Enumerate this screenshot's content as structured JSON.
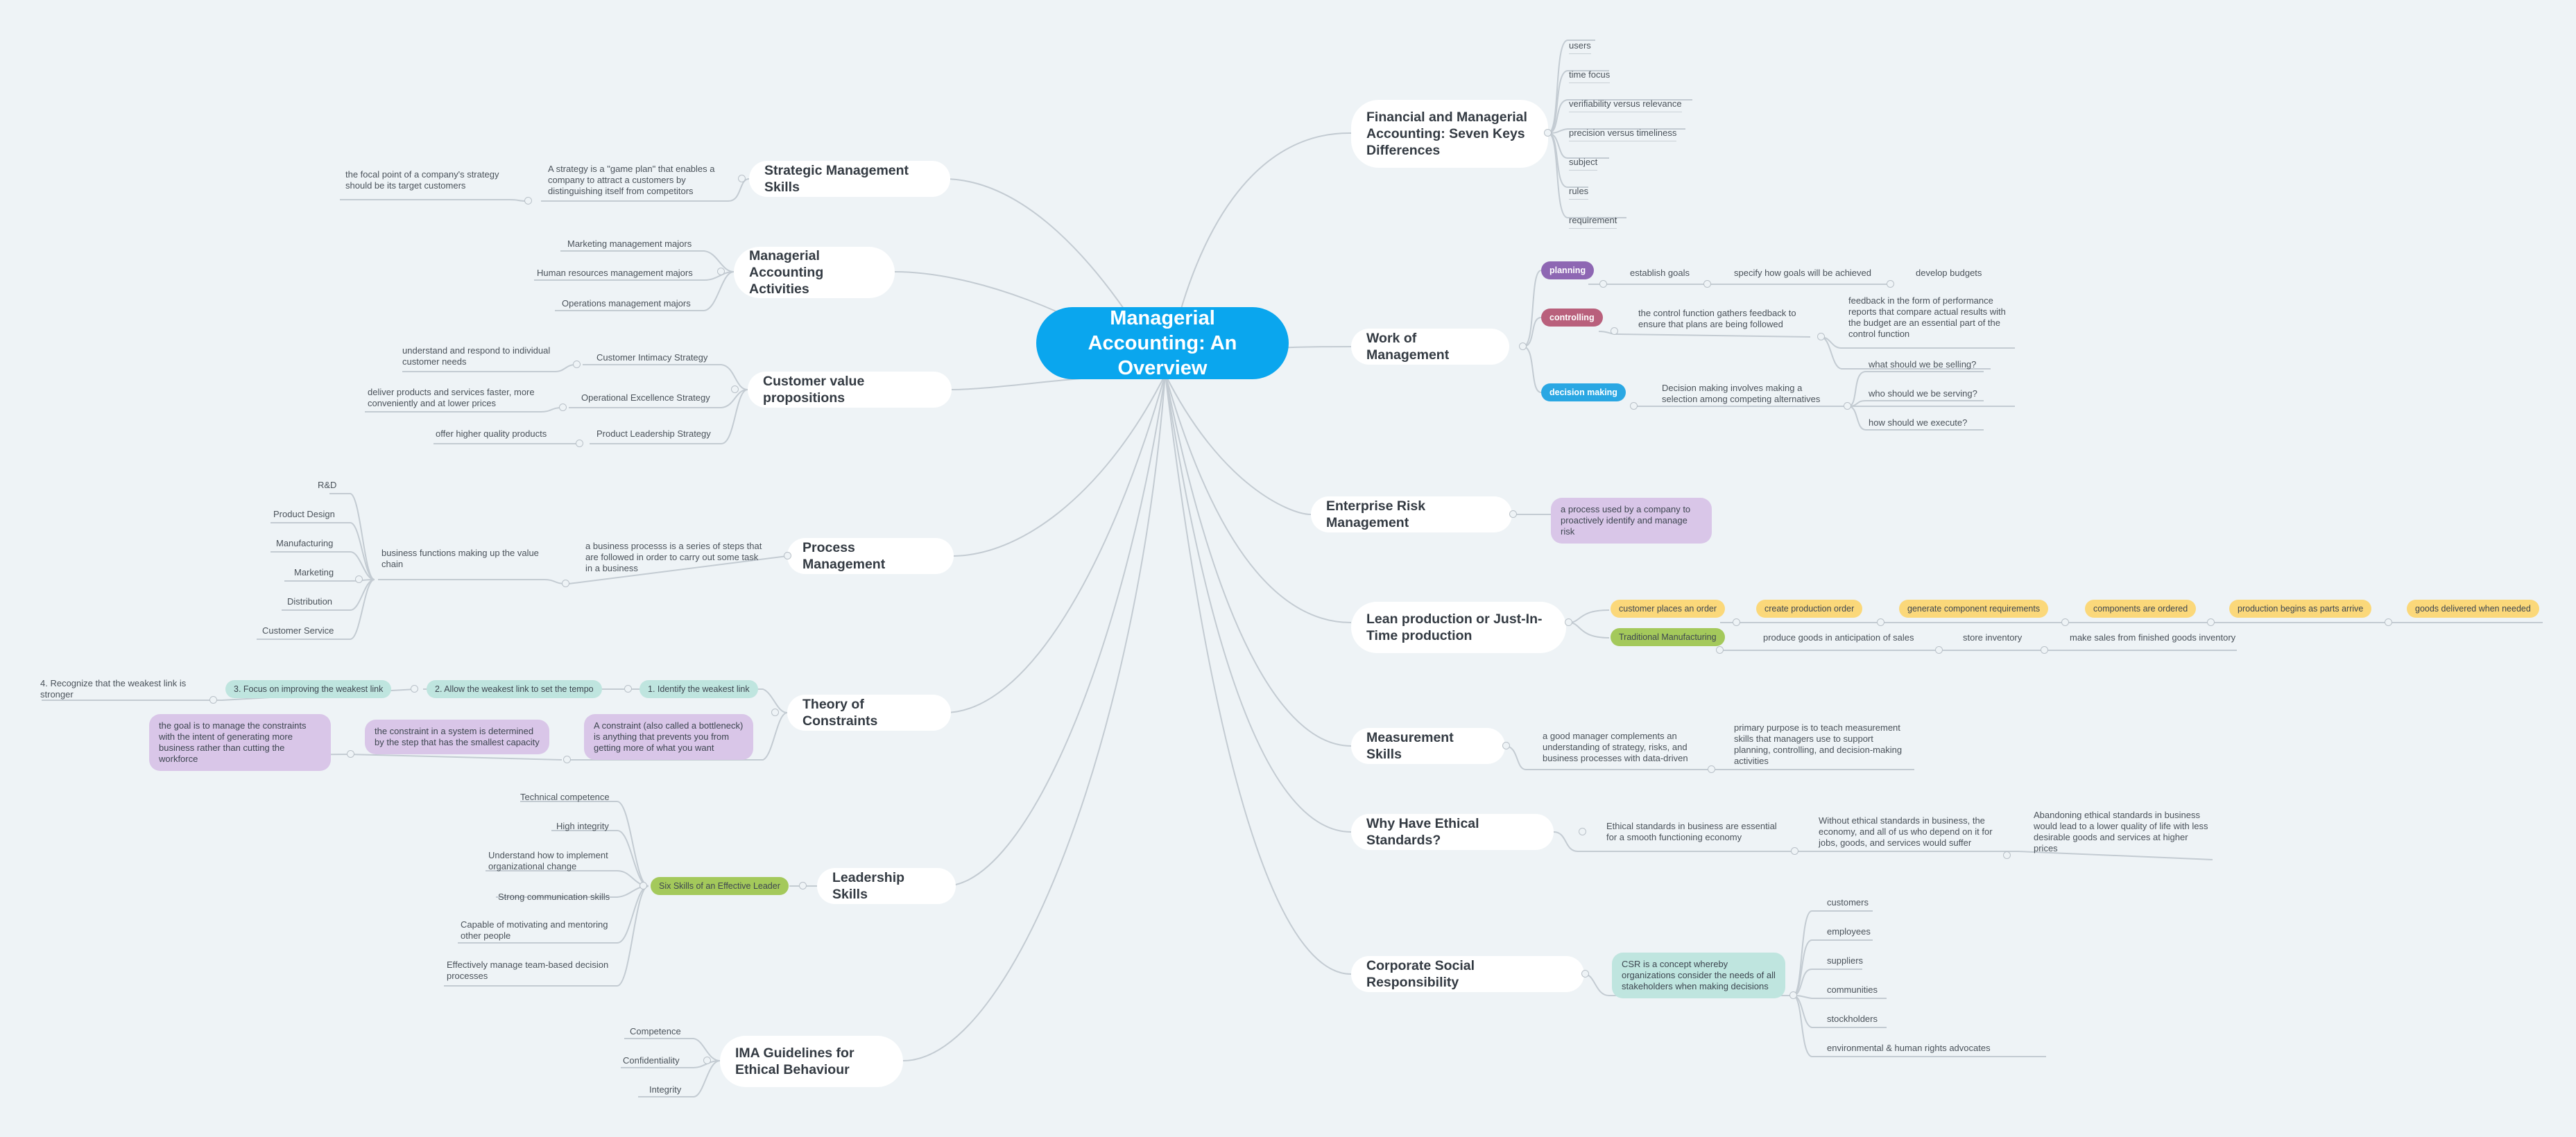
{
  "root": "Managerial Accounting: An Overview",
  "colors": {
    "root": "#0aa6ee",
    "line": "#c3cbd2",
    "planning": "#8e67b3",
    "controlling": "#b9607c",
    "decision": "#2aa7e3",
    "yellow": "#fbd87a",
    "green": "#a4c95b",
    "teal": "#bfe5df",
    "lavender": "#d9c6e8"
  },
  "right": {
    "financial": {
      "label": "Financial and Managerial Accounting: Seven Keys Differences",
      "items": [
        "users",
        "time focus",
        "verifiability versus relevance",
        "precision versus timeliness",
        "subject",
        "rules",
        "requirement"
      ]
    },
    "work": {
      "label": "Work of Management",
      "planning": {
        "tag": "planning",
        "step1": "establish goals",
        "step2": "specify how goals will be achieved",
        "step3": "develop budgets"
      },
      "controlling": {
        "tag": "controlling",
        "step1": "the control function gathers feedback to ensure that plans are being followed",
        "step2": "feedback in the form of performance reports that compare actual results with the budget are an essential part of the control function"
      },
      "decision": {
        "tag": "decision making",
        "step1": "Decision making involves making a selection among competing alternatives",
        "q1": "what should we be selling?",
        "q2": "who should we be serving?",
        "q3": "how should we execute?"
      }
    },
    "erm": {
      "label": "Enterprise Risk Management",
      "desc": "a process used by a company to proactively identify and manage risk"
    },
    "lean": {
      "label": "Lean production or Just-In-Time production",
      "jit": [
        "customer places an order",
        "create production order",
        "generate component requirements",
        "components are ordered",
        "production begins as parts arrive",
        "goods delivered when needed"
      ],
      "traditional": "Traditional Manufacturing",
      "trad_steps": [
        "produce goods in anticipation of sales",
        "store inventory",
        "make sales from finished goods inventory"
      ]
    },
    "measurement": {
      "label": "Measurement Skills",
      "desc": "a good manager complements an understanding of strategy, risks, and business processes with data-driven",
      "purpose": "primary purpose is to teach measurement skills that managers use to support planning, controlling, and decision-making activities"
    },
    "ethics": {
      "label": "Why Have Ethical Standards?",
      "s1": "Ethical standards in business are essential for a smooth functioning economy",
      "s2": "Without ethical standards in business, the economy, and all of us who depend on it for jobs, goods, and services would suffer",
      "s3": "Abandoning ethical standards in business would lead to a lower quality of life with less desirable goods and services at higher prices"
    },
    "csr": {
      "label": "Corporate Social Responsibility",
      "desc": "CSR is a concept whereby organizations consider the needs of all stakeholders when making decisions",
      "items": [
        "customers",
        "employees",
        "suppliers",
        "communities",
        "stockholders",
        "environmental & human rights advocates"
      ]
    }
  },
  "left": {
    "strategic": {
      "label": "Strategic Management Skills",
      "desc": "A strategy is a \"game plan\" that enables a company to attract a customers by distinguishing itself from competitors",
      "sub": "the focal point of a company's strategy should be its target customers"
    },
    "activities": {
      "label": "Managerial Accounting Activities",
      "items": [
        "Marketing management majors",
        "Human resources management majors",
        "Operations management majors"
      ]
    },
    "value": {
      "label": "Customer value propositions",
      "items": [
        {
          "name": "Customer Intimacy Strategy",
          "desc": "understand and respond to individual customer needs"
        },
        {
          "name": "Operational Excellence Strategy",
          "desc": "deliver products and services faster, more conveniently and at lower prices"
        },
        {
          "name": "Product Leadership Strategy",
          "desc": "offer higher quality products"
        }
      ]
    },
    "process": {
      "label": "Process Management",
      "desc": "a business processs is a series of steps that are followed in order to carry out some task in a business",
      "chain": "business functions making up the value chain",
      "items": [
        "R&D",
        "Product Design",
        "Manufacturing",
        "Marketing",
        "Distribution",
        "Customer Service"
      ]
    },
    "toc": {
      "label": "Theory of Constraints",
      "steps": [
        "1. Identify the weakest link",
        "2. Allow the weakest link to set the tempo",
        "3. Focus on improving the weakest link",
        "4. Recognize that the weakest link is stronger"
      ],
      "c1": "A constraint (also called a bottleneck) is anything that prevents you from getting more of what you want",
      "c2": "the constraint in a system is determined by the step that has the smallest capacity",
      "c3": "the goal is to manage the constraints with the intent of generating more business rather than cutting the workforce"
    },
    "leadership": {
      "label": "Leadership Skills",
      "six": "Six Skills of an Effective Leader",
      "items": [
        "Technical competence",
        "High integrity",
        "Understand how to implement organizational change",
        "Strong communication skills",
        "Capable of motivating and mentoring other people",
        "Effectively manage team-based decision processes"
      ]
    },
    "ima": {
      "label": "IMA Guidelines for Ethical Behaviour",
      "items": [
        "Competence",
        "Confidentiality",
        "Integrity"
      ]
    }
  }
}
